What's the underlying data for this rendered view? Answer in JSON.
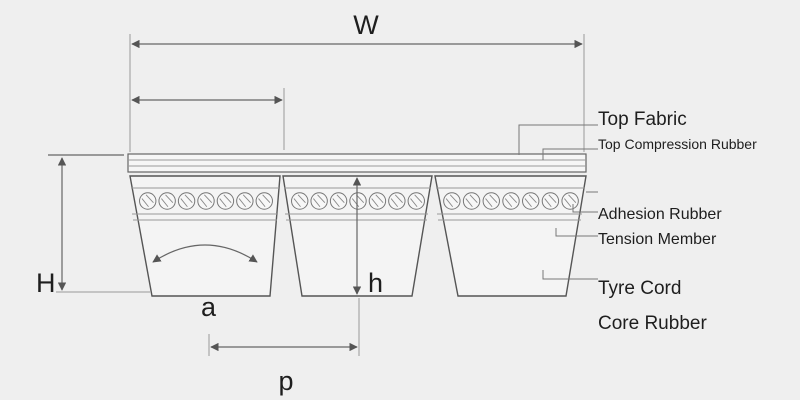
{
  "dimensions": {
    "overall_width": "W",
    "overall_height": "H",
    "rib_height": "h",
    "rib_angle": "a",
    "pitch": "p"
  },
  "layers": {
    "top_fabric": "Top Fabric",
    "top_compression_rubber": "Top Compression Rubber",
    "adhesion_rubber": "Adhesion Rubber",
    "tension_member": "Tension Member",
    "tyre_cord": "Tyre Cord",
    "core_rubber": "Core Rubber"
  },
  "colors": {
    "background": "#efefef",
    "line": "#555555",
    "text": "#1e1e1e"
  }
}
